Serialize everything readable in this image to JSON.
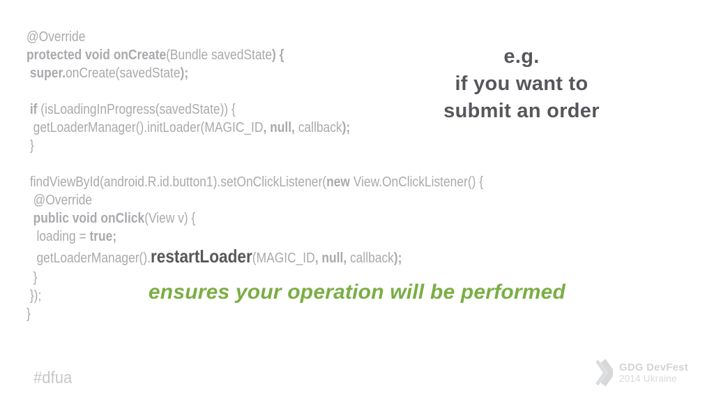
{
  "colors": {
    "background": "#ffffff",
    "code_gray": "#a8aaad",
    "code_dark": "#56575a",
    "text_dark": "#56575b",
    "green": "#7aae44",
    "light_gray": "#c5c7c9",
    "logo_gray": "#d3d4d6",
    "logo_gray_light": "#d9dadc"
  },
  "code": {
    "lines": [
      {
        "segments": [
          {
            "t": "@Override"
          }
        ]
      },
      {
        "segments": [
          {
            "t": "protected void onCreate",
            "b": true
          },
          {
            "t": "(Bundle savedState"
          },
          {
            "t": ") {",
            "b": true
          }
        ]
      },
      {
        "segments": [
          {
            "t": " "
          },
          {
            "t": "super.",
            "b": true
          },
          {
            "t": "onCreate(savedState"
          },
          {
            "t": ");",
            "b": true
          }
        ]
      },
      {
        "segments": []
      },
      {
        "segments": [
          {
            "t": " "
          },
          {
            "t": "if ",
            "b": true
          },
          {
            "t": "(isLoadingInProgress(savedState)) {"
          }
        ]
      },
      {
        "segments": [
          {
            "t": "  getLoaderManager().initLoader(MAGIC_ID"
          },
          {
            "t": ", null,",
            "b": true
          },
          {
            "t": " callback"
          },
          {
            "t": ");",
            "b": true
          }
        ]
      },
      {
        "segments": [
          {
            "t": " }"
          }
        ]
      },
      {
        "segments": []
      },
      {
        "segments": [
          {
            "t": " findViewById(android.R.id.button1).setOnClickListener("
          },
          {
            "t": "new ",
            "b": true
          },
          {
            "t": "View.OnClickListener() {"
          }
        ]
      },
      {
        "segments": [
          {
            "t": "  @Override"
          }
        ]
      },
      {
        "segments": [
          {
            "t": "  "
          },
          {
            "t": "public void onClick",
            "b": true
          },
          {
            "t": "(View v) {"
          }
        ]
      },
      {
        "segments": [
          {
            "t": "   loading = "
          },
          {
            "t": "true;",
            "b": true
          }
        ]
      },
      {
        "big": true,
        "segments": [
          {
            "t": "   getLoaderManager()."
          },
          {
            "t": "restartLoader",
            "hl": true
          },
          {
            "t": "(MAGIC_ID"
          },
          {
            "t": ", null,",
            "b": true
          },
          {
            "t": " callback"
          },
          {
            "t": ");",
            "b": true
          }
        ]
      },
      {
        "segments": [
          {
            "t": "  }"
          }
        ]
      },
      {
        "segments": [
          {
            "t": " });"
          }
        ]
      },
      {
        "segments": [
          {
            "t": "}"
          }
        ]
      }
    ]
  },
  "callout_example": {
    "lines": [
      "e.g.",
      "if you want to",
      "submit an order"
    ]
  },
  "callout_green": {
    "text": "ensures your operation will be performed"
  },
  "footer": {
    "hashtag": "#dfua",
    "logo": {
      "title": "GDG DevFest",
      "subtitle": "2014 Ukraine"
    }
  }
}
